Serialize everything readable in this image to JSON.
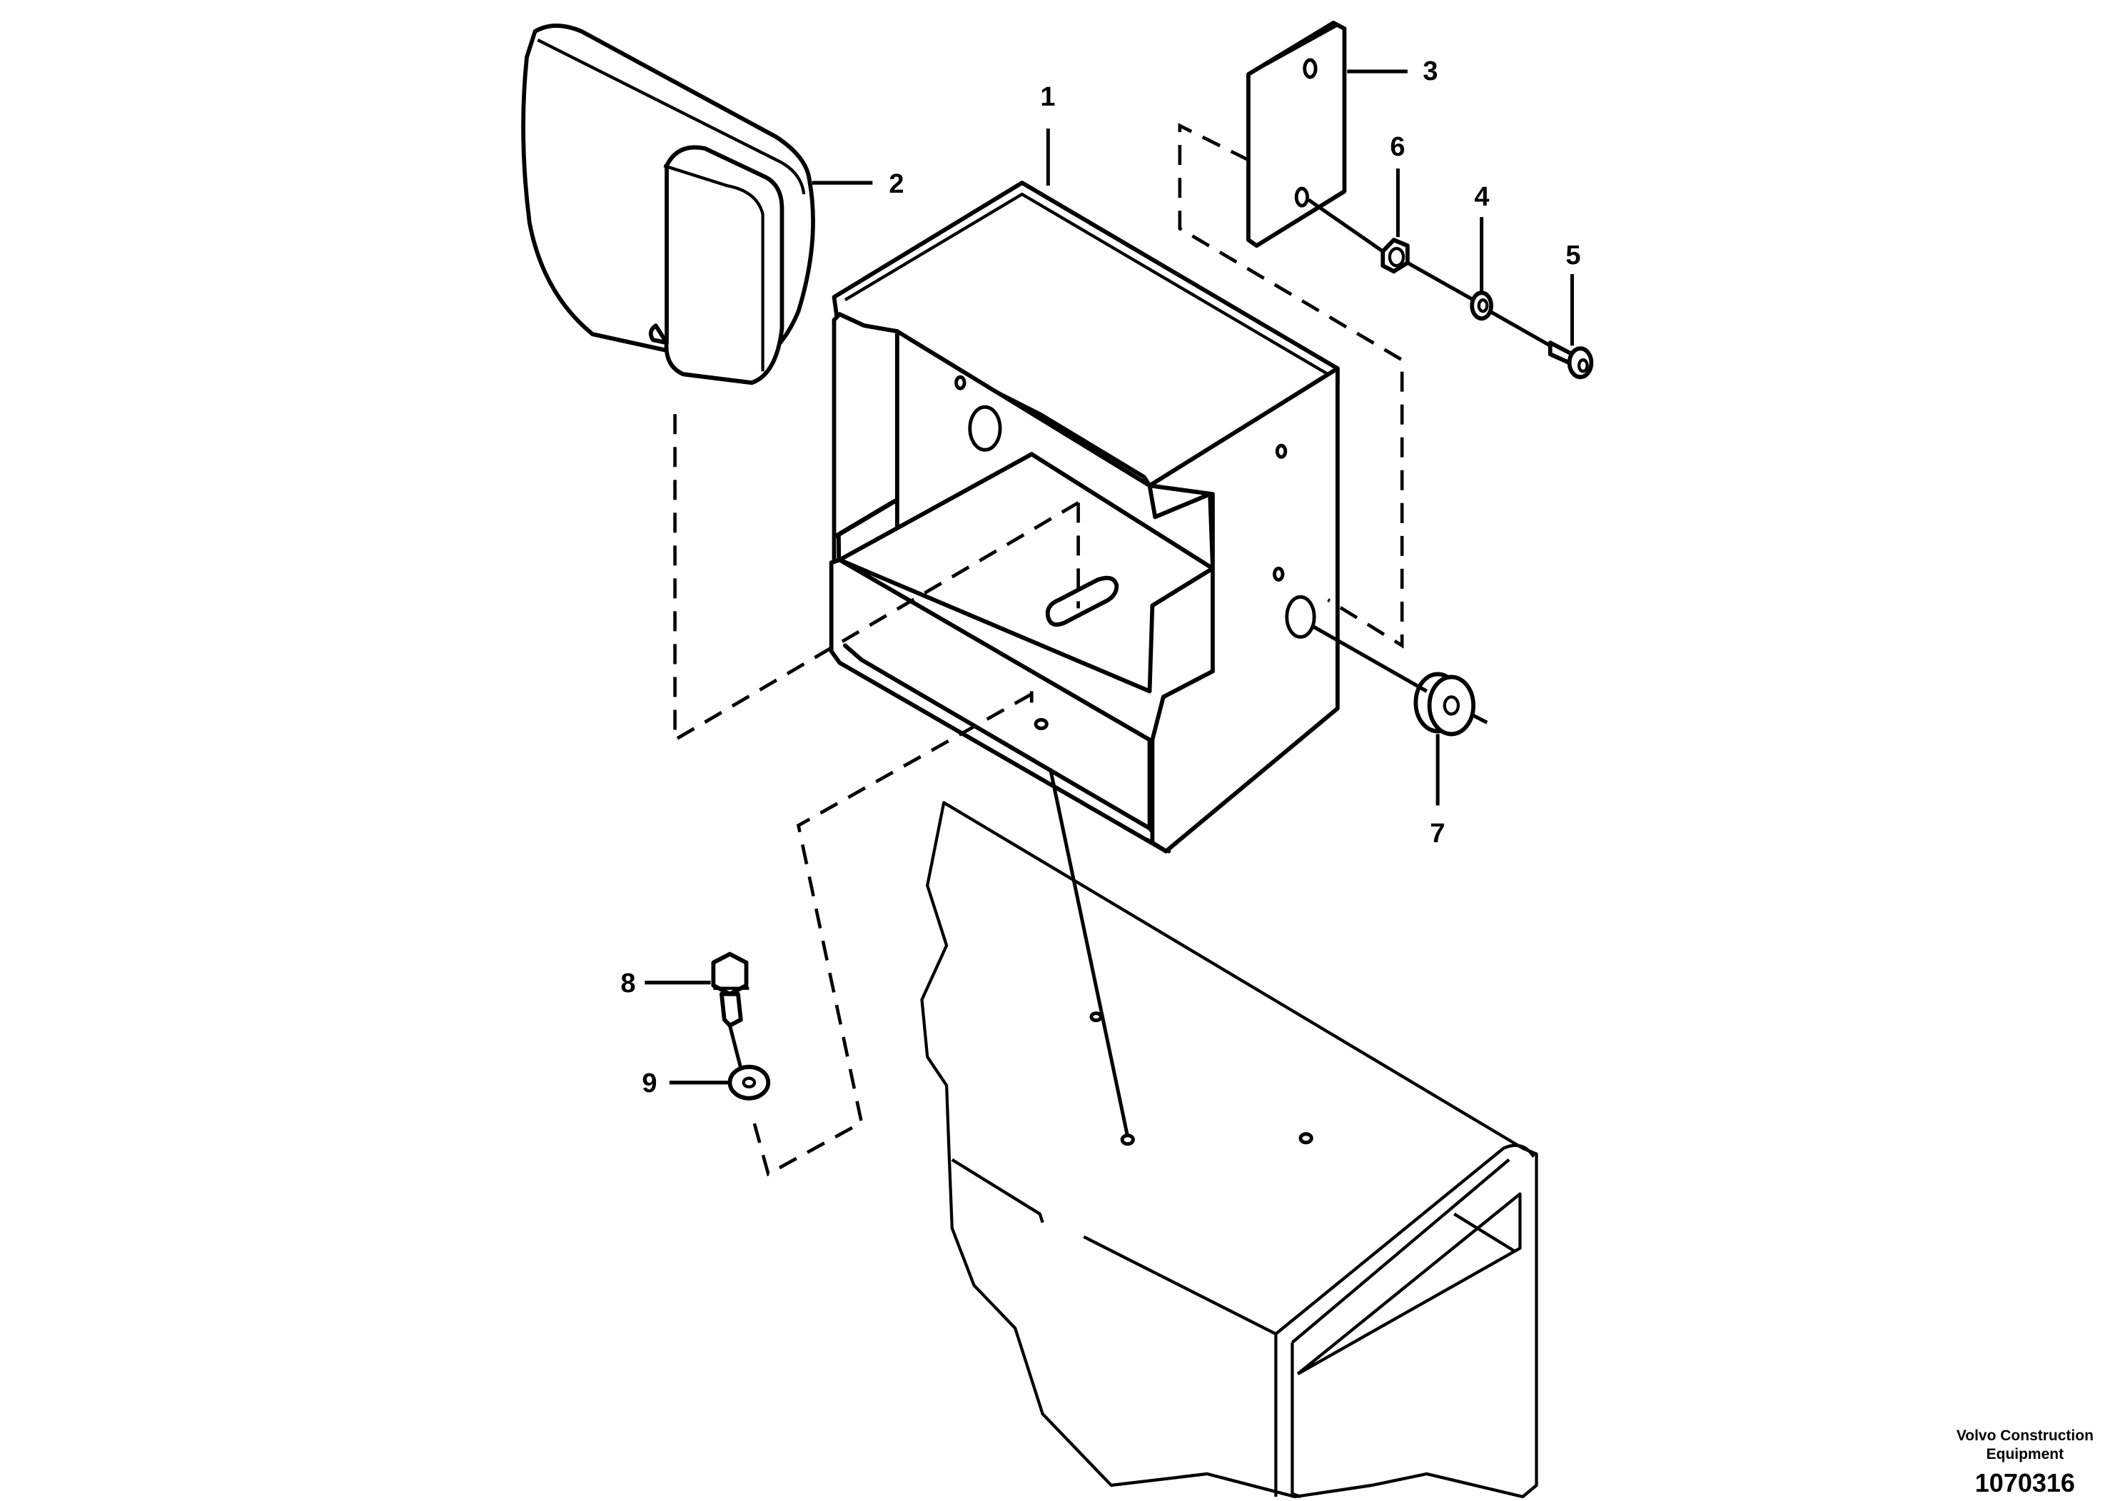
{
  "callouts": {
    "c1": "1",
    "c2": "2",
    "c3": "3",
    "c4": "4",
    "c5": "5",
    "c6": "6",
    "c7": "7",
    "c8": "8",
    "c9": "9"
  },
  "footer": {
    "brand_line1": "Volvo Construction",
    "brand_line2": "Equipment",
    "drawing_number": "1070316"
  },
  "colors": {
    "line": "#000000",
    "background": "#ffffff",
    "shading": "#bdbdbd"
  }
}
